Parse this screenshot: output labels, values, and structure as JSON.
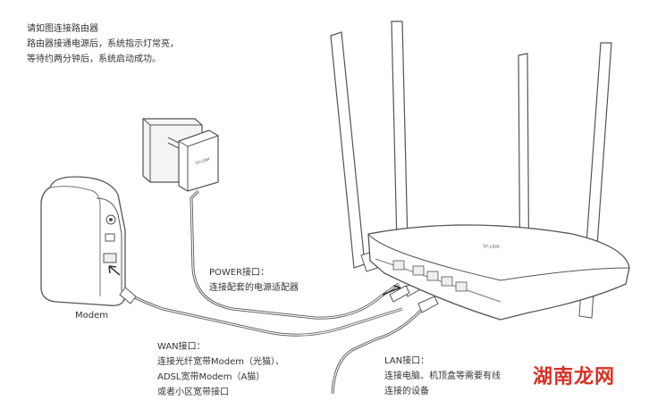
{
  "intro": {
    "lines": [
      "请如图连接路由器",
      "路由器接通电源后，系统指示灯常亮，",
      "等待约两分钟后，系统启动成功。"
    ]
  },
  "labels": {
    "modem": "Modem",
    "power": [
      "POWER接口：",
      "连接配套的电源适配器"
    ],
    "wan": [
      "WAN接口：",
      "连接光纤宽带Modem（光猫）、",
      "ADSL宽带Modem（A猫）",
      "或者小区宽带接口"
    ],
    "lan": [
      "LAN接口：",
      "连接电脑、机顶盒等需要有线",
      "连接的设备"
    ]
  },
  "adapter_brand": "TP-LINK",
  "router_brand": "TP-LINK",
  "watermark": "湖南龙网",
  "colors": {
    "line": "#555555",
    "text": "#333333",
    "watermark": "#d93025"
  }
}
